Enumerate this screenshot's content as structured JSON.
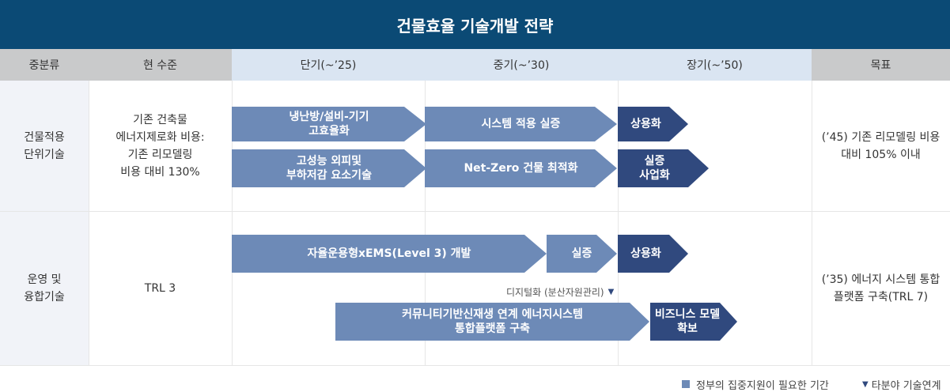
{
  "title": "건물효율 기술개발 전략",
  "headers": {
    "category": "중분류",
    "current": "현 수준",
    "short_term": "단기(~’25)",
    "mid_term": "중기(~’30)",
    "long_term": "장기(~’50)",
    "goal": "목표"
  },
  "rows": [
    {
      "category": "건물적용\n단위기술",
      "current": "기존 건축물\n에너지제로화 비용:\n기존 리모델링\n비용 대비 130%",
      "goal": "(’45) 기존 리모델링 비용\n대비 105% 이내",
      "bars": [
        "냉난방/설비-기기\n고효율화",
        "시스템 적용 실증",
        "상용화",
        "고성능 외피및\n부하저감 요소기술",
        "Net-Zero 건물 최적화",
        "실증\n사업화"
      ]
    },
    {
      "category": "운영 및\n융합기술",
      "current": "TRL 3",
      "goal": "(’35) 에너지 시스템 통합\n플랫폼 구축(TRL 7)",
      "bars": [
        "자율운용형xEMS(Level 3) 개발",
        "실증",
        "상용화",
        "커뮤니티기반신재생 연계 에너지시스템\n통합플랫폼 구축",
        "비즈니스 모델\n확보"
      ],
      "note": "디지털화 (분산자원관리)"
    }
  ],
  "legend": {
    "gov_support": "정부의 집중지원이 필요한 기간",
    "linkage": "타분야 기술연계"
  },
  "colors": {
    "title_bg": "#0b4a75",
    "light_bar": "#6d8ab7",
    "dark_bar": "#30497e",
    "header_gray": "#c9cacb",
    "header_blue": "#dae5f2"
  }
}
